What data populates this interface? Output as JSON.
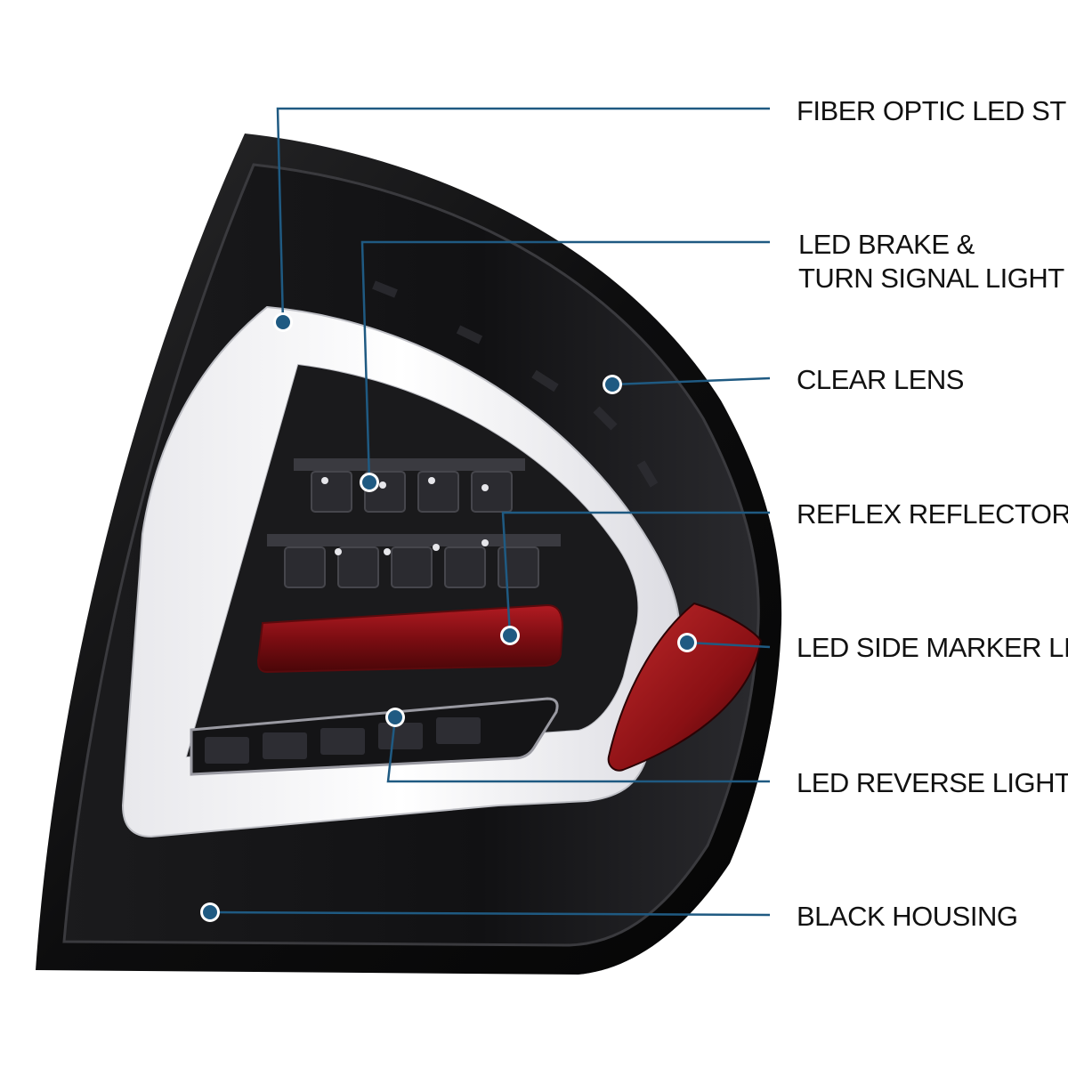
{
  "callouts": {
    "fiber_optic": {
      "label": "FIBER OPTIC LED STRIP"
    },
    "brake_turn": {
      "line1": "LED BRAKE &",
      "line2": "TURN SIGNAL LIGHT"
    },
    "clear_lens": {
      "label": "CLEAR LENS"
    },
    "reflex_reflector": {
      "label": "REFLEX REFLECTOR"
    },
    "side_marker": {
      "label": "LED SIDE MARKER LIGHT"
    },
    "reverse": {
      "label": "LED REVERSE LIGHT"
    },
    "housing": {
      "label": "BLACK HOUSING"
    }
  },
  "colors": {
    "leader_line": "#1f5a82",
    "marker_dot": "#1f5a82",
    "housing": "#0c0c0c",
    "light_bar": "#f2f2f4",
    "reflector_red": "#8e1117"
  }
}
